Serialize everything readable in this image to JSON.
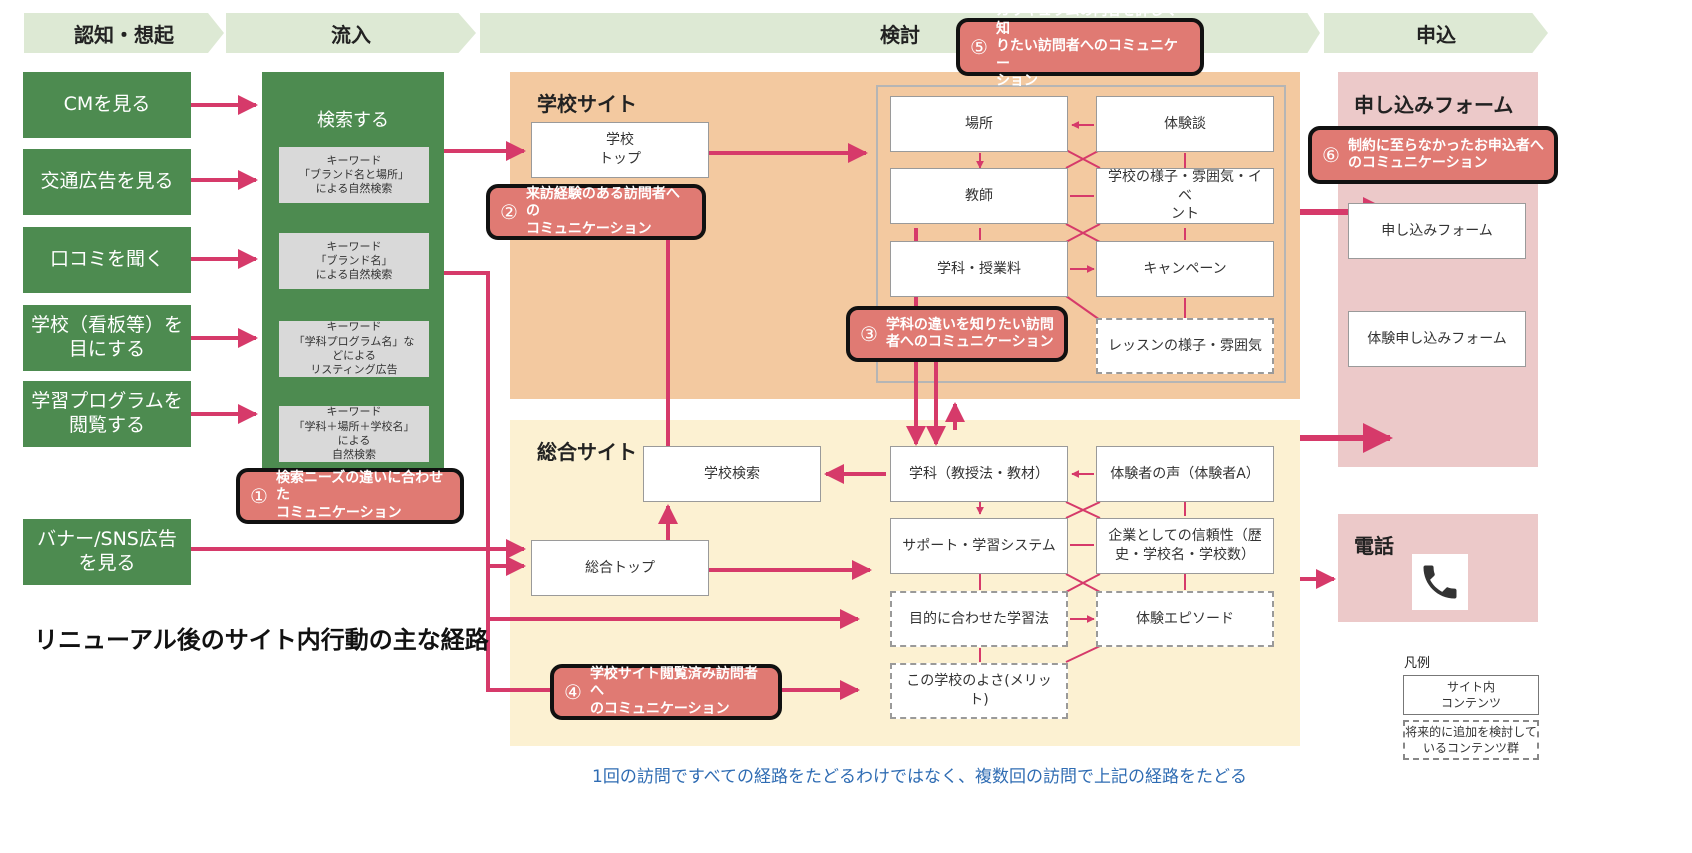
{
  "colors": {
    "stage_bg": "#dde9d4",
    "green": "#4d8b50",
    "gray": "#d9d9d9",
    "school_site_bg": "#f3c9a0",
    "general_site_bg": "#fcf1d2",
    "apply_bg": "#ecc9c9",
    "arrow": "#d63a6a",
    "callout": "#e07a73",
    "note": "#2f6cb3"
  },
  "stages": [
    "認知・想起",
    "流入",
    "検討",
    "申込"
  ],
  "awareness": [
    "CMを見る",
    "交通広告を見る",
    "口コミを聞く",
    "学校（看板等）を\n目にする",
    "学習プログラムを\n閲覧する",
    "バナー/SNS広告\nを見る"
  ],
  "inflow": {
    "header": "検索する",
    "keywords": [
      "キーワード\n「ブランド名と場所」\nによる自然検索",
      "キーワード\n「ブランド名」\nによる自然検索",
      "キーワード\n「学科プログラム名」な\nどによる\nリスティング広告",
      "キーワード\n「学科＋場所＋学校名」\nによる\n自然検索"
    ]
  },
  "school_site": {
    "label": "学校サイト",
    "top": "学校\nトップ",
    "contents": [
      "場所",
      "体験談",
      "教師",
      "学校の様子・雰囲気・イベ\nント",
      "学科・授業料",
      "キャンペーン",
      "レッスンの様子・雰囲気"
    ]
  },
  "general_site": {
    "label": "総合サイト",
    "school_search": "学校検索",
    "top": "総合トップ",
    "contents": [
      "学科（教授法・教材）",
      "体験者の声（体験者A）",
      "サポート・学習システム",
      "企業としての信頼性（歴\n史・学校名・学校数）",
      "目的に合わせた学習法",
      "体験エピソード",
      "この学校のよさ(メリット)"
    ]
  },
  "apply": {
    "form_label": "申し込みフォーム",
    "forms": [
      "申し込みフォーム",
      "体験申し込みフォーム"
    ],
    "phone_label": "電話",
    "phone_icon": "phone-icon"
  },
  "callouts": [
    {
      "num": "①",
      "text": "検索ニーズの違いに合わせた\nコミュニケーション"
    },
    {
      "num": "②",
      "text": "来訪経験のある訪問者への\nコミュニケーション"
    },
    {
      "num": "③",
      "text": "学科の違いを知りたい訪問\n者へのコミュニケーション"
    },
    {
      "num": "④",
      "text": "学校サイト閲覧済み訪問者へ\nのコミュニケーション"
    },
    {
      "num": "⑤",
      "text": "カリキュラムの内容を詳しく知\nりたい訪問者へのコミュニケー\nション"
    },
    {
      "num": "⑥",
      "text": "制約に至らなかったお申込者へ\nのコミュニケーション"
    }
  ],
  "title": "リニューアル後のサイト内行動の主な経路",
  "note": "1回の訪問ですべての経路をたどるわけではなく、複数回の訪問で上記の経路をたどる",
  "legend": {
    "title": "凡例",
    "items": [
      "サイト内\nコンテンツ",
      "将来的に追加を検討して\nいるコンテンツ群"
    ]
  }
}
